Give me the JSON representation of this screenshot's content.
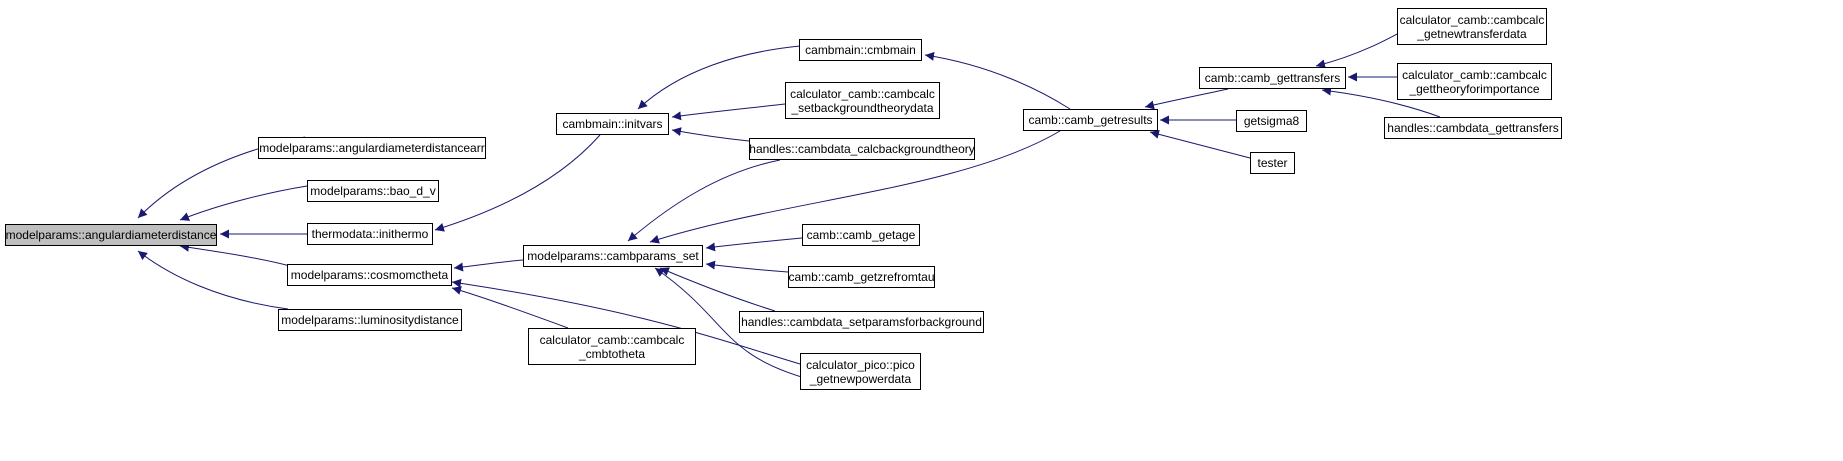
{
  "colors": {
    "edge": "#191970",
    "node_border": "#000000",
    "node_fill": "#ffffff",
    "root_fill": "#bfbfbf"
  },
  "nodes": [
    {
      "id": "root",
      "label": "modelparams::angulardiameterdistance",
      "root": true
    },
    {
      "id": "arr",
      "label": "modelparams::angulardiameterdistancearr"
    },
    {
      "id": "baodv",
      "label": "modelparams::bao_d_v"
    },
    {
      "id": "inithermo",
      "label": "thermodata::inithermo"
    },
    {
      "id": "cosmomc",
      "label": "modelparams::cosmomctheta"
    },
    {
      "id": "lumdist",
      "label": "modelparams::luminositydistance"
    },
    {
      "id": "initvars",
      "label": "cambmain::initvars"
    },
    {
      "id": "cambparams",
      "label": "modelparams::cambparams_set"
    },
    {
      "id": "cmbtotheta",
      "label": "calculator_camb::cambcalc\n_cmbtotheta"
    },
    {
      "id": "cmbmain",
      "label": "cambmain::cmbmain"
    },
    {
      "id": "setbg",
      "label": "calculator_camb::cambcalc\n_setbackgroundtheorydata"
    },
    {
      "id": "calcbg",
      "label": "handles::cambdata_calcbackgroundtheory"
    },
    {
      "id": "getage",
      "label": "camb::camb_getage"
    },
    {
      "id": "getzre",
      "label": "camb::camb_getzrefromtau"
    },
    {
      "id": "setparams",
      "label": "handles::cambdata_setparamsforbackground"
    },
    {
      "id": "pico",
      "label": "calculator_pico::pico\n_getnewpowerdata"
    },
    {
      "id": "getresults",
      "label": "camb::camb_getresults"
    },
    {
      "id": "gettransfers",
      "label": "camb::camb_gettransfers"
    },
    {
      "id": "getsigma8",
      "label": "getsigma8"
    },
    {
      "id": "tester",
      "label": "tester"
    },
    {
      "id": "newtransfer",
      "label": "calculator_camb::cambcalc\n_getnewtransferdata"
    },
    {
      "id": "theoryimp",
      "label": "calculator_camb::cambcalc\n_gettheoryforimportance"
    },
    {
      "id": "hgettransfers",
      "label": "handles::cambdata_gettransfers"
    }
  ],
  "edges": [
    {
      "from": "arr",
      "to": "root"
    },
    {
      "from": "baodv",
      "to": "root"
    },
    {
      "from": "inithermo",
      "to": "root"
    },
    {
      "from": "cosmomc",
      "to": "root"
    },
    {
      "from": "lumdist",
      "to": "root"
    },
    {
      "from": "initvars",
      "to": "inithermo"
    },
    {
      "from": "cambparams",
      "to": "cosmomc"
    },
    {
      "from": "cmbtotheta",
      "to": "cosmomc"
    },
    {
      "from": "pico",
      "to": "cosmomc"
    },
    {
      "from": "cmbmain",
      "to": "initvars"
    },
    {
      "from": "setbg",
      "to": "initvars"
    },
    {
      "from": "calcbg",
      "to": "initvars"
    },
    {
      "from": "calcbg",
      "to": "cambparams"
    },
    {
      "from": "getresults",
      "to": "cambparams"
    },
    {
      "from": "getage",
      "to": "cambparams"
    },
    {
      "from": "getzre",
      "to": "cambparams"
    },
    {
      "from": "setparams",
      "to": "cambparams"
    },
    {
      "from": "pico",
      "to": "cambparams"
    },
    {
      "from": "getresults",
      "to": "cmbmain"
    },
    {
      "from": "gettransfers",
      "to": "getresults"
    },
    {
      "from": "getsigma8",
      "to": "getresults"
    },
    {
      "from": "tester",
      "to": "getresults"
    },
    {
      "from": "newtransfer",
      "to": "gettransfers"
    },
    {
      "from": "theoryimp",
      "to": "gettransfers"
    },
    {
      "from": "hgettransfers",
      "to": "gettransfers"
    }
  ]
}
